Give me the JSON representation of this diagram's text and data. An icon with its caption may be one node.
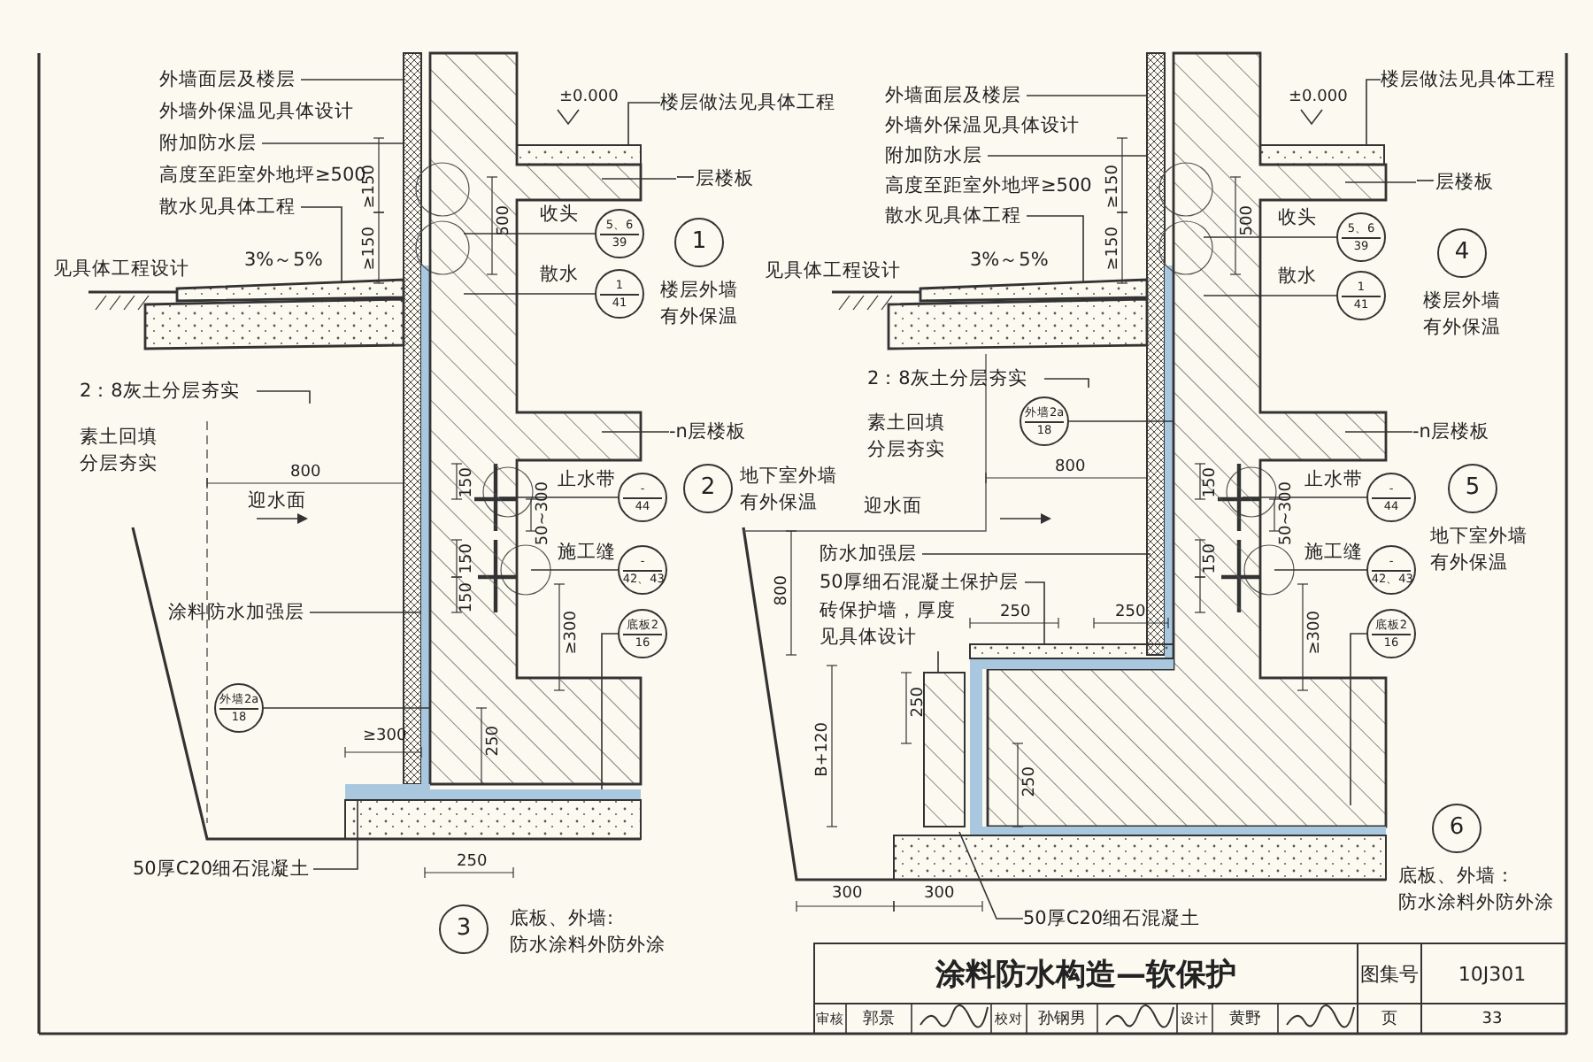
{
  "diagram": {
    "title": "涂料防水构造—软保护",
    "nodes": [
      {
        "text": [
          "外墙面层及楼层"
        ]
      },
      {
        "text": [
          "附加防水层"
        ]
      },
      {
        "text": [
          "散水见具体工程"
        ]
      },
      {
        "text": [
          "楼层做法见具体工程"
        ]
      },
      {
        "text": [
          "一层楼板"
        ]
      },
      {
        "text": [
          "5、6",
          "39"
        ],
        "beside": [
          "收头"
        ]
      },
      {
        "text": [
          "1",
          "41"
        ],
        "beside": [
          "散水"
        ]
      },
      {
        "text": [
          "1"
        ],
        "beside": [
          "楼层外墙有外保温"
        ]
      },
      {
        "text": [
          "2：8灰土分层夯实"
        ]
      },
      {
        "text": [
          "-n层楼板"
        ]
      },
      {
        "text": [
          "-",
          "44"
        ],
        "beside": [
          "止水带"
        ]
      },
      {
        "text": [
          "2"
        ],
        "beside": [
          "地下室外墙有外保温"
        ]
      },
      {
        "text": [
          "-",
          "42、43"
        ],
        "beside": [
          "施工缝"
        ]
      },
      {
        "text": [
          "涂料防水加强层"
        ]
      },
      {
        "text": [
          "底板2",
          "16"
        ]
      },
      {
        "text": [
          "外墙2a",
          "18"
        ]
      },
      {
        "text": [
          "50厚C20细石混凝土"
        ]
      },
      {
        "text": [
          "3"
        ],
        "beside": [
          "底板、外墙:",
          "防水涂料外防外涂"
        ]
      },
      {
        "text": [
          "外墙面层及楼层"
        ]
      },
      {
        "text": [
          "附加防水层"
        ]
      },
      {
        "text": [
          "散水见具体工程"
        ]
      },
      {
        "text": [
          "楼层做法见具体工程"
        ]
      },
      {
        "text": [
          "一层楼板"
        ]
      },
      {
        "text": [
          "5、6",
          "39"
        ],
        "beside": [
          "收头"
        ]
      },
      {
        "text": [
          "1",
          "41"
        ],
        "beside": [
          "散水"
        ]
      },
      {
        "text": [
          "4"
        ],
        "beside": [
          "楼层外墙有外保温"
        ]
      },
      {
        "text": [
          "2：8灰土分层夯实"
        ]
      },
      {
        "text": [
          "外墙2a",
          "18"
        ]
      },
      {
        "text": [
          "-n层楼板"
        ]
      },
      {
        "text": [
          "-",
          "44"
        ],
        "beside": [
          "止水带"
        ]
      },
      {
        "text": [
          "5"
        ],
        "beside": [
          "地下室外墙有外保温"
        ]
      },
      {
        "text": [
          "防水加强层"
        ]
      },
      {
        "text": [
          "50厚细石混凝土保护层"
        ]
      },
      {
        "text": [
          "砖保护墙，厚度见具体设计"
        ]
      },
      {
        "text": [
          "-",
          "42、43"
        ],
        "beside": [
          "施工缝"
        ]
      },
      {
        "text": [
          "底板2",
          "16"
        ]
      },
      {
        "text": [
          "50厚C20细石混凝土"
        ]
      },
      {
        "text": [
          "6"
        ],
        "beside": [
          "底板、外墙：",
          "防水涂料外防外涂"
        ]
      }
    ],
    "edges": [
      {
        "from": 0,
        "to": null,
        "arrow": "none"
      },
      {
        "from": 1,
        "to": null,
        "arrow": "none"
      },
      {
        "from": 2,
        "to": null,
        "arrow": "none"
      },
      {
        "from": 3,
        "to": null,
        "arrow": "none"
      },
      {
        "from": 4,
        "to": null,
        "arrow": "none"
      },
      {
        "from": 5,
        "to": null,
        "arrow": "none"
      },
      {
        "from": 6,
        "to": null,
        "arrow": "none"
      },
      {
        "from": 8,
        "to": null,
        "arrow": "none"
      },
      {
        "from": 9,
        "to": null,
        "arrow": "none"
      },
      {
        "from": 10,
        "to": null,
        "arrow": "none"
      },
      {
        "from": 12,
        "to": null,
        "arrow": "none"
      },
      {
        "from": 13,
        "to": null,
        "arrow": "none"
      },
      {
        "from": 14,
        "to": null,
        "arrow": "none"
      },
      {
        "from": 15,
        "to": null,
        "arrow": "none"
      },
      {
        "from": 16,
        "to": null,
        "arrow": "none"
      },
      {
        "from": 18,
        "to": null,
        "arrow": "none"
      },
      {
        "from": 19,
        "to": null,
        "arrow": "none"
      },
      {
        "from": 20,
        "to": null,
        "arrow": "none"
      },
      {
        "from": 21,
        "to": null,
        "arrow": "none"
      },
      {
        "from": 22,
        "to": null,
        "arrow": "none"
      },
      {
        "from": 23,
        "to": null,
        "arrow": "none"
      },
      {
        "from": 24,
        "to": null,
        "arrow": "none"
      },
      {
        "from": 26,
        "to": null,
        "arrow": "none"
      },
      {
        "from": 27,
        "to": null,
        "arrow": "none"
      },
      {
        "from": 28,
        "to": null,
        "arrow": "none"
      },
      {
        "from": 29,
        "to": null,
        "arrow": "none"
      },
      {
        "from": 31,
        "to": null,
        "arrow": "none"
      },
      {
        "from": 32,
        "to": null,
        "arrow": "none"
      },
      {
        "from": 33,
        "to": null,
        "arrow": "none"
      },
      {
        "from": 34,
        "to": null,
        "arrow": "none"
      },
      {
        "from": 35,
        "to": null,
        "arrow": "none"
      },
      {
        "from": 36,
        "to": null,
        "arrow": "none"
      }
    ],
    "labels": [
      "外墙外保温见具体设计",
      "高度至距室外地坪≥500",
      "见具体工程设计",
      "3%～5%",
      "±0.000",
      "≥150",
      "≥150",
      "500",
      "素土回填分层夯实",
      "800",
      "迎水面",
      "150",
      "50~300",
      "150",
      "150",
      "≥300",
      "≥300",
      "250",
      "250",
      "外墙外保温见具体设计",
      "高度至距室外地坪≥500",
      "见具体工程设计",
      "3%～5%",
      "±0.000",
      "≥150",
      "≥150",
      "500",
      "素土回填分层夯实",
      "800",
      "迎水面",
      "150",
      "50~300",
      "150",
      "≥300",
      "800",
      "250",
      "250",
      "250",
      "B+120",
      "250",
      "300",
      "300",
      "图集号",
      "10J301",
      "审核",
      "郭景",
      "校对",
      "孙钢男",
      "设计",
      "黄野",
      "页",
      "33"
    ]
  }
}
